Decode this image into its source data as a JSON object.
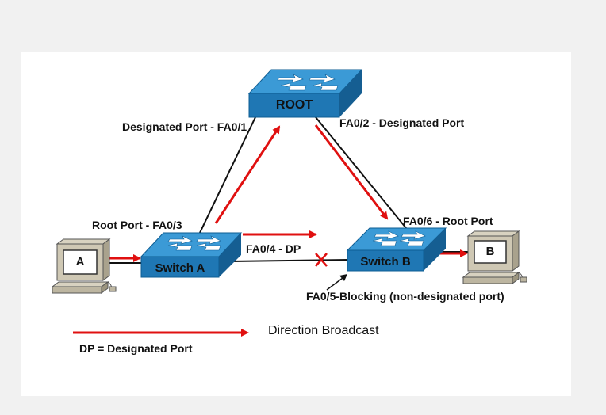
{
  "colors": {
    "switch_top": "#2f8fc8",
    "switch_front": "#1f77b4",
    "arrow": "#e01010",
    "link": "#111111",
    "panel": "#ffffff"
  },
  "switches": {
    "root": {
      "label": "ROOT"
    },
    "a": {
      "label": "Switch A"
    },
    "b": {
      "label": "Switch B"
    }
  },
  "hosts": {
    "a": {
      "label": "A",
      "icon": "computer-icon"
    },
    "b": {
      "label": "B",
      "icon": "computer-icon"
    }
  },
  "ports": {
    "root_left": "Designated Port - FA0/1",
    "root_right": "FA0/2 - Designated Port",
    "a_root": "Root Port - FA0/3",
    "a_dp": "FA0/4 - DP",
    "b_root": "FA0/6 - Root Port",
    "b_block": "FA0/5-Blocking (non-designated port)"
  },
  "legend": {
    "broadcast": "Direction Broadcast",
    "dp": "DP = Designated Port",
    "blocked_icon": "blocked-x-icon"
  }
}
